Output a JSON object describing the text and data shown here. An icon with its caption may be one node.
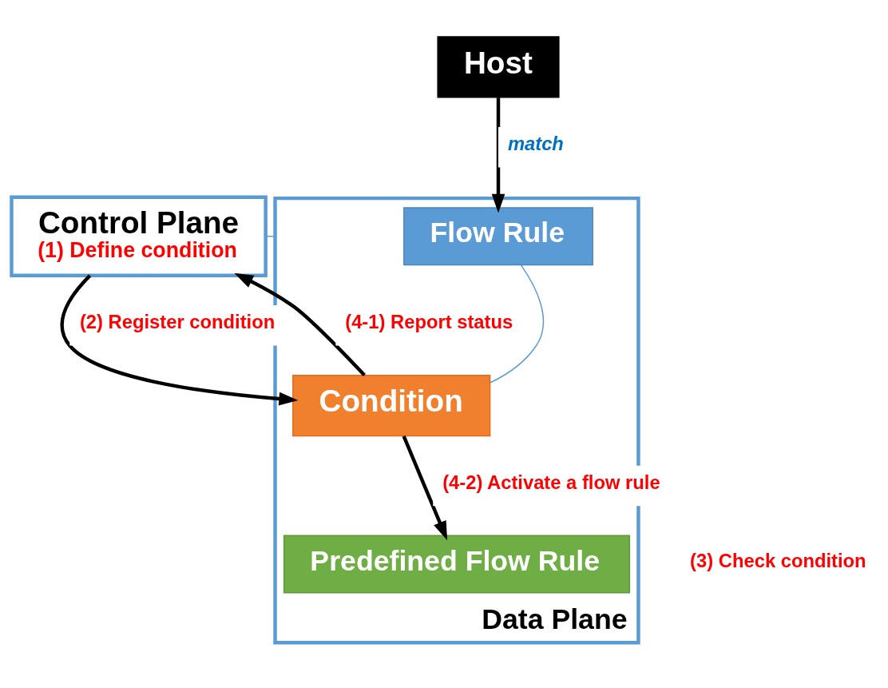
{
  "diagram": {
    "nodes": [
      {
        "text": [
          "Control Plane",
          "(1) Define condition"
        ]
      },
      {
        "text": [
          "Data Plane"
        ]
      },
      {
        "text": [
          "Flow Rule"
        ],
        "in": 1
      },
      {
        "text": [
          "Condition"
        ],
        "in": 1
      },
      {
        "text": [
          "Predefined Flow Rule"
        ],
        "in": 1
      },
      {
        "text": [
          "Host"
        ]
      }
    ],
    "edges": [
      {
        "from": 0,
        "to": 1,
        "arrow": "none",
        "color": "#5b9bd5"
      },
      {
        "from": 0,
        "to": 3,
        "arrow": "to",
        "label": "(2) Register condition"
      },
      {
        "from": 3,
        "to": 0,
        "arrow": "to",
        "label": "(4-1) Report status"
      },
      {
        "from": 2,
        "to": 3,
        "arrow": "none",
        "color": "#5b9bd5"
      },
      {
        "from": 3,
        "to": 4,
        "arrow": "to",
        "label": "(4-2) Activate a flow rule"
      },
      {
        "from": 5,
        "to": 2,
        "arrow": "to",
        "label": "match"
      }
    ],
    "labels": [
      "(3) Check condition"
    ]
  }
}
